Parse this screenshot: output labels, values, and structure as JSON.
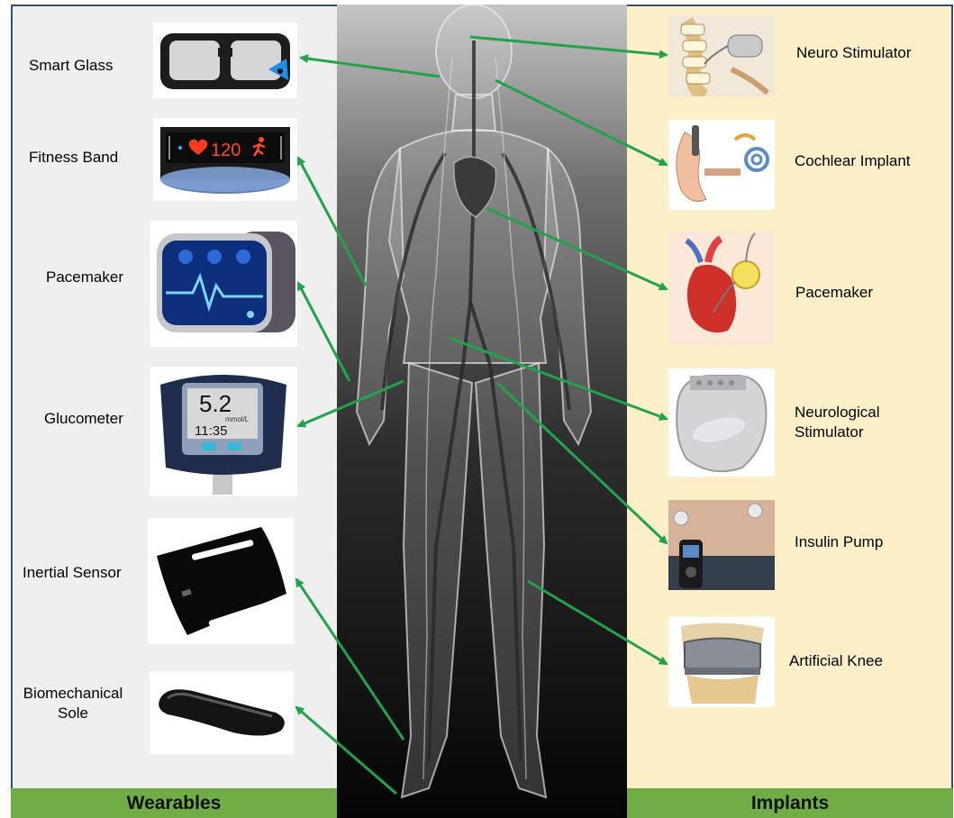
{
  "wearables": {
    "heading": "Wearables",
    "items": [
      {
        "label": "Smart Glass",
        "icon": "smart-glass-icon"
      },
      {
        "label": "Fitness Band",
        "icon": "fitness-band-icon"
      },
      {
        "label": "Pacemaker",
        "icon": "smartwatch-icon"
      },
      {
        "label": "Glucometer",
        "icon": "glucometer-icon"
      },
      {
        "label": "Inertial Sensor",
        "icon": "inertial-sensor-icon"
      },
      {
        "label_line1": "Biomechanical",
        "label_line2": "Sole",
        "icon": "insole-icon"
      }
    ]
  },
  "implants": {
    "heading": "Implants",
    "items": [
      {
        "label": "Neuro Stimulator",
        "icon": "spine-stimulator-icon"
      },
      {
        "label": "Cochlear Implant",
        "icon": "ear-implant-icon"
      },
      {
        "label": "Pacemaker",
        "icon": "heart-pacemaker-icon"
      },
      {
        "label_line1": "Neurological",
        "label_line2": "Stimulator",
        "icon": "stimulator-device-icon"
      },
      {
        "label": "Insulin Pump",
        "icon": "insulin-pump-icon"
      },
      {
        "label": "Artificial Knee",
        "icon": "knee-implant-icon"
      }
    ]
  },
  "device_text": {
    "fitness_band_reading": "120",
    "glucometer_reading": "5.2",
    "glucometer_unit": "mmol/L",
    "glucometer_time": "11:35"
  },
  "colors": {
    "arrow": "#22a34a",
    "footer": "#70ad47",
    "left_background": "#efefef",
    "right_background": "#fdf0c8",
    "border": "#2e4d7b"
  }
}
